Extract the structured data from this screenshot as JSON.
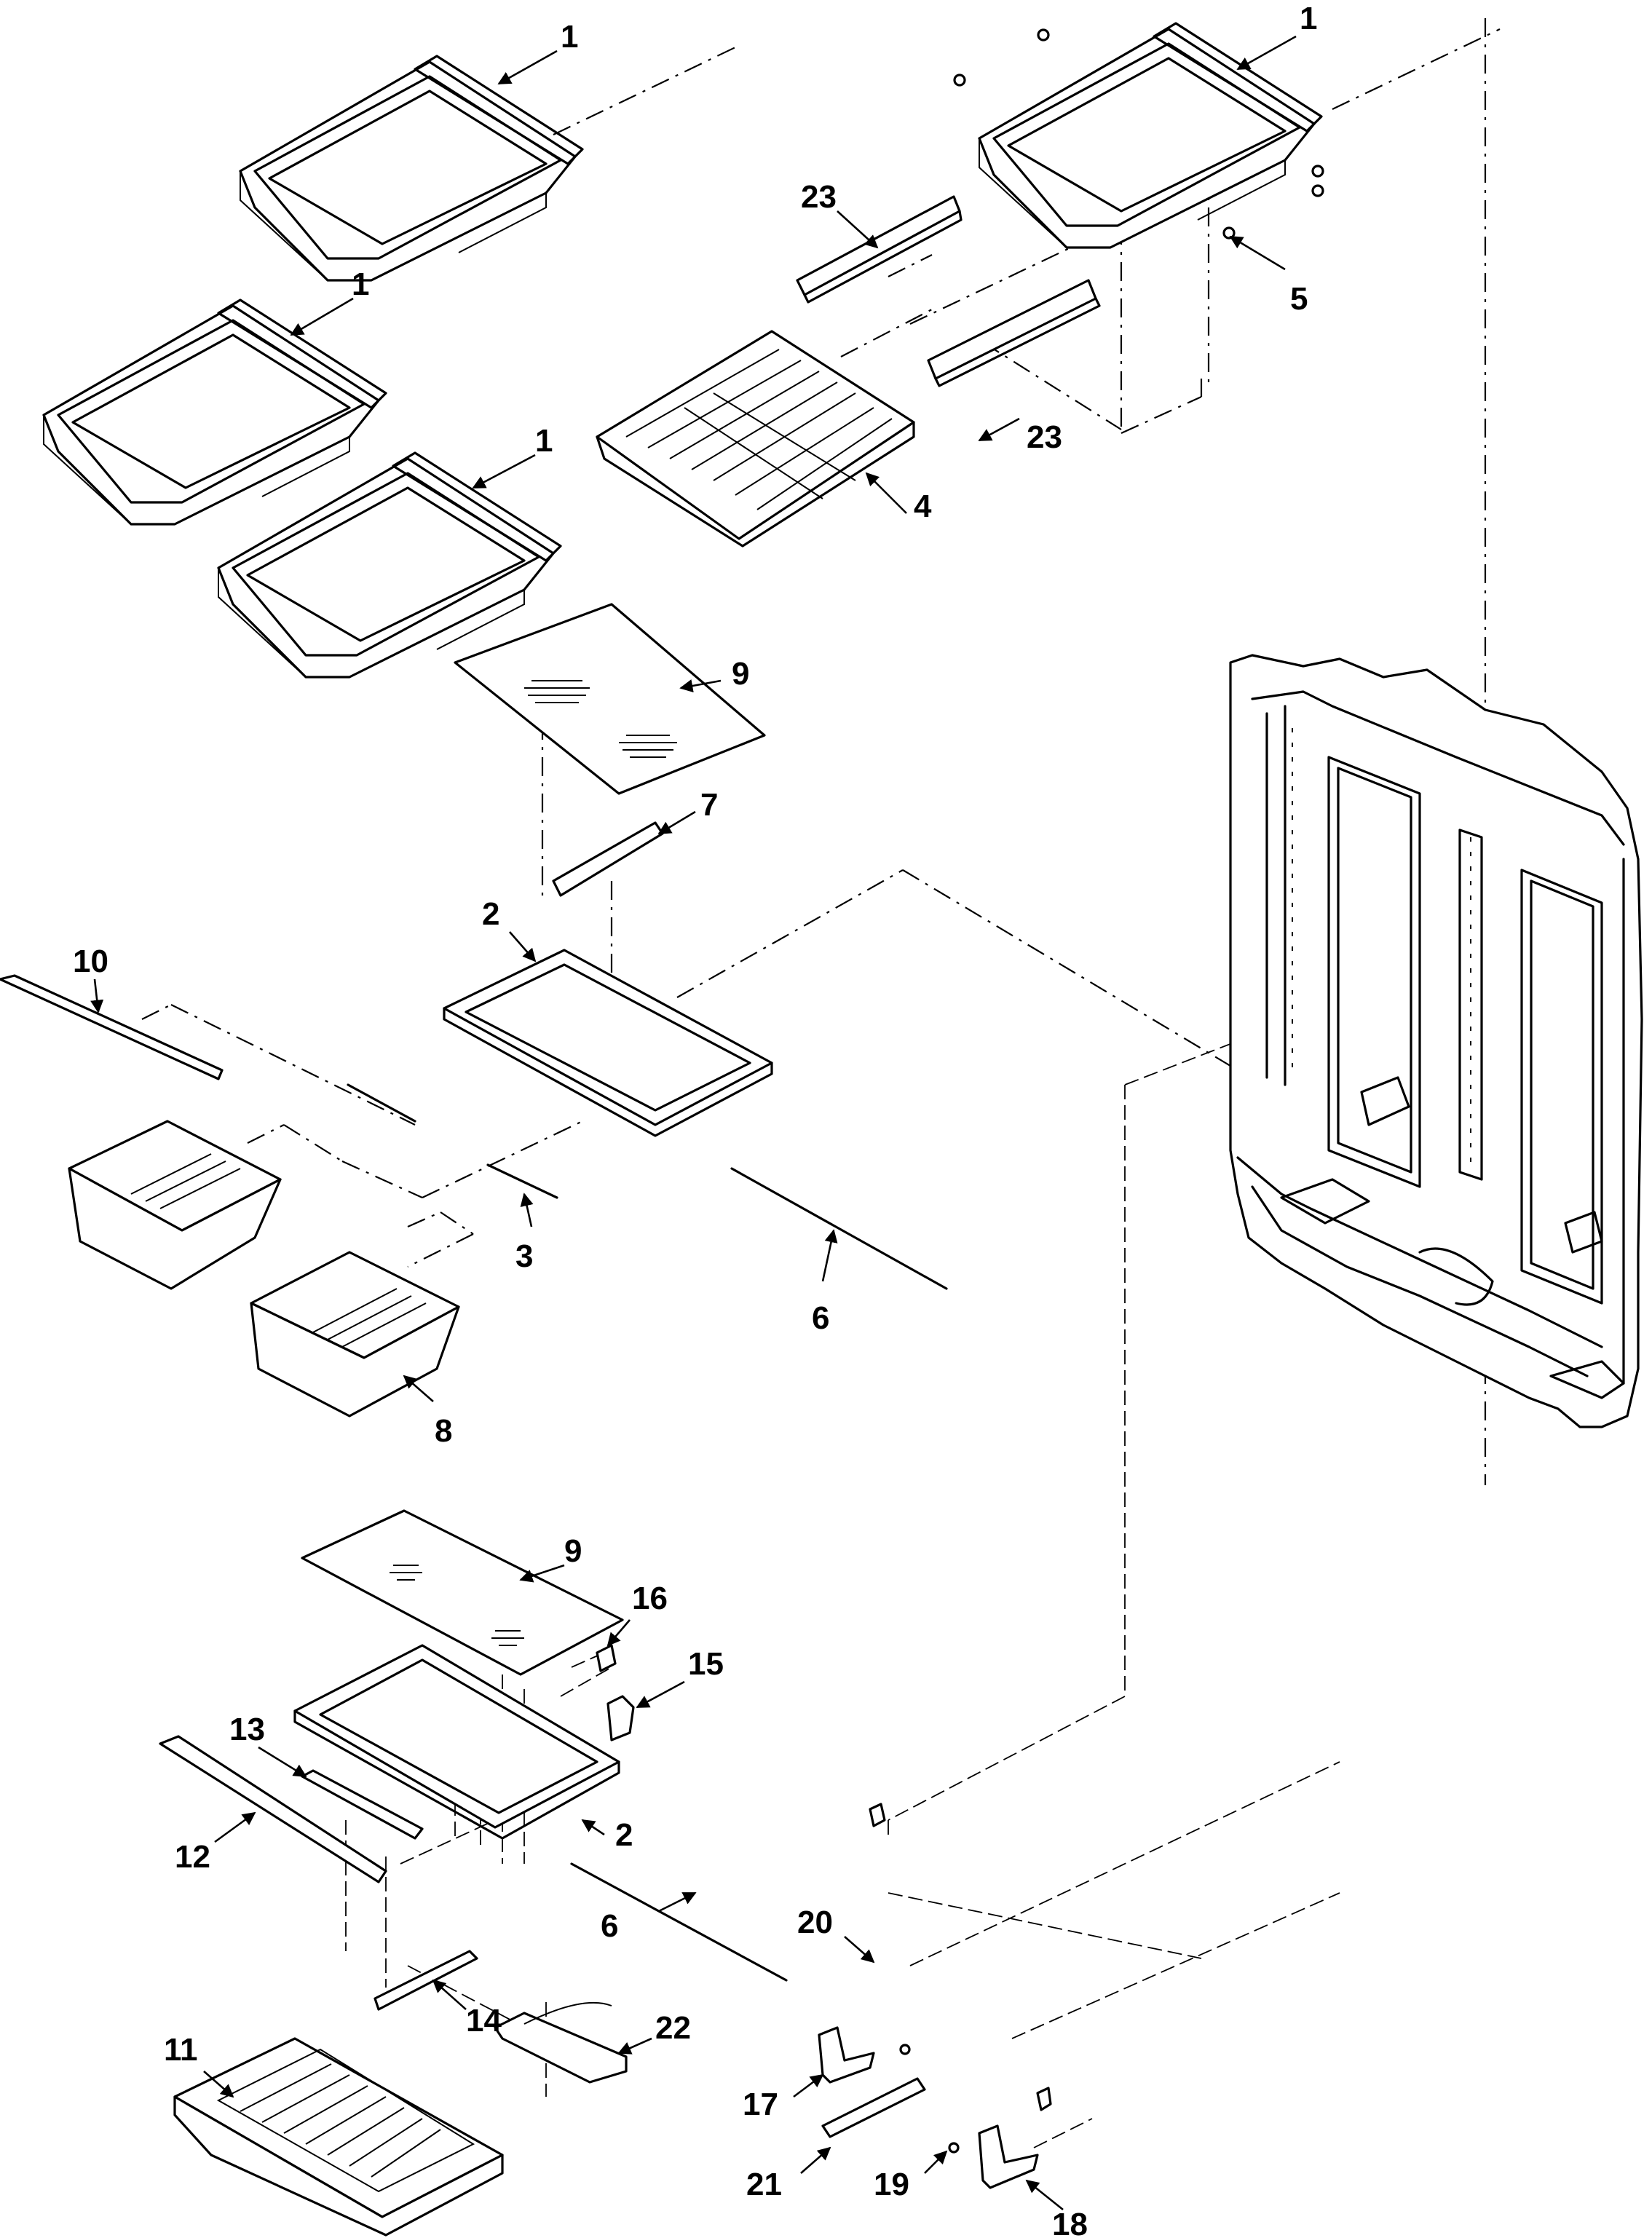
{
  "callouts": {
    "c1a": "1",
    "c1b": "1",
    "c1c": "1",
    "c1d": "1",
    "c2a": "2",
    "c2b": "2",
    "c3": "3",
    "c4": "4",
    "c5": "5",
    "c6a": "6",
    "c6b": "6",
    "c7": "7",
    "c8": "8",
    "c9a": "9",
    "c9b": "9",
    "c10": "10",
    "c11": "11",
    "c12": "12",
    "c13": "13",
    "c14": "14",
    "c15": "15",
    "c16": "16",
    "c17": "17",
    "c18": "18",
    "c19": "19",
    "c20": "20",
    "c21": "21",
    "c22": "22",
    "c23a": "23",
    "c23b": "23"
  }
}
